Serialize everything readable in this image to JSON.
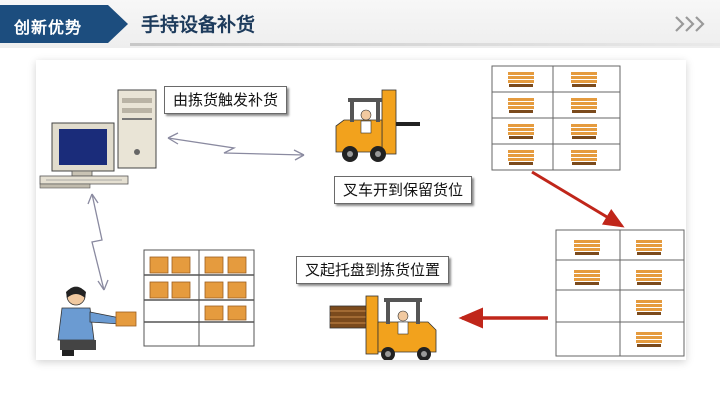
{
  "header": {
    "section_label": "创新优势",
    "page_title": "手持设备补货",
    "nav_icon": "double-chevron-right-icon"
  },
  "diagram": {
    "labels": {
      "trigger": "由拣货触发补货",
      "forklift_to_reserve": "叉车开到保留货位",
      "lift_to_pick": "叉起托盘到拣货位置"
    },
    "icons": [
      "computer-icon",
      "worker-icon",
      "forklift-icon",
      "rack-icon",
      "lightning-link-icon",
      "arrow-icon"
    ],
    "colors": {
      "header_tab": "#1c4d7e",
      "arrow": "#c0261a",
      "pallet": "#e59b3e",
      "forklift": "#f2a21d"
    }
  }
}
